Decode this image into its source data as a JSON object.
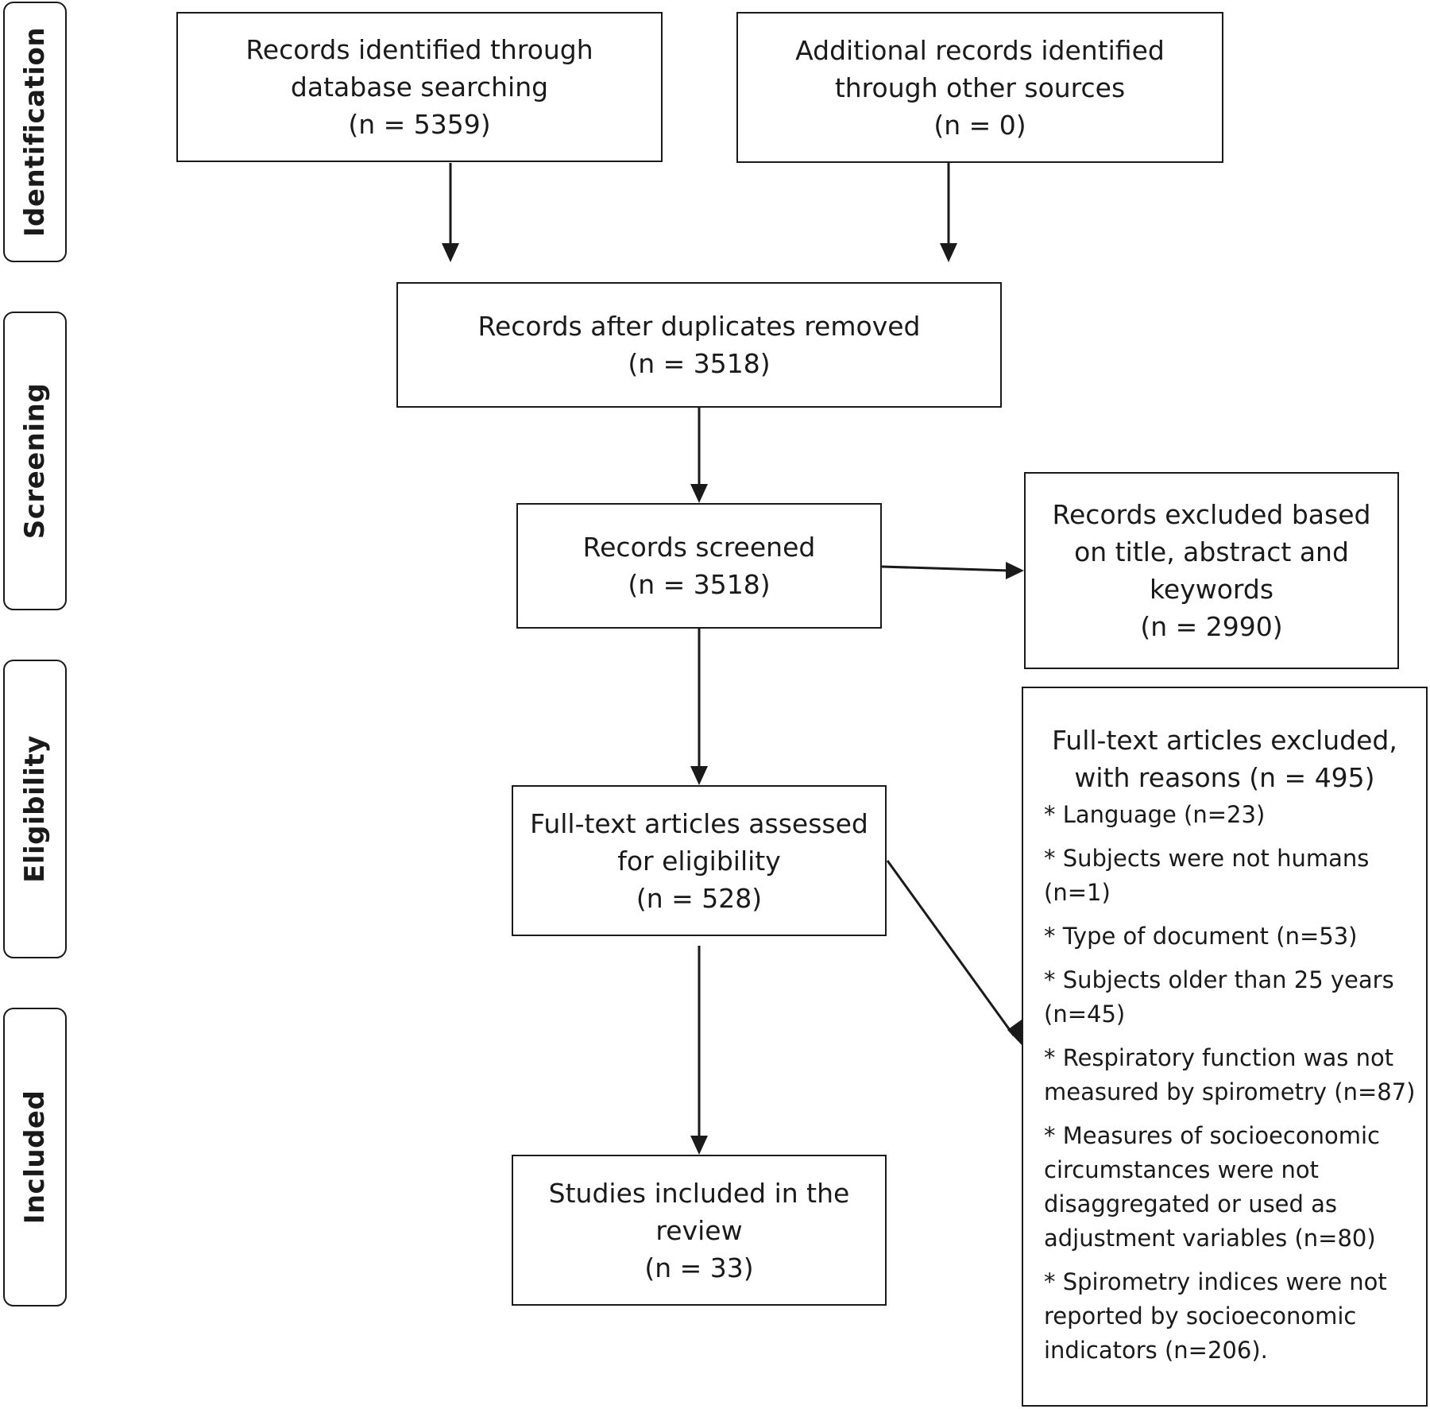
{
  "phases": {
    "identification": "Identification",
    "screening": "Screening",
    "eligibility": "Eligibility",
    "included": "Included"
  },
  "boxes": {
    "database": {
      "line1": "Records identified through",
      "line2": "database searching",
      "count": "(n = 5359)"
    },
    "other_sources": {
      "line1": "Additional records identified",
      "line2": "through other sources",
      "count": "(n = 0)"
    },
    "after_duplicates": {
      "line1": "Records after duplicates removed",
      "count": "(n = 3518)"
    },
    "screened": {
      "line1": "Records screened",
      "count": "(n = 3518)"
    },
    "excluded_title": {
      "line1": "Records excluded based",
      "line2": "on title, abstract and",
      "line3": "keywords",
      "count": "(n = 2990)"
    },
    "fulltext_assessed": {
      "line1": "Full-text articles assessed",
      "line2": "for eligibility",
      "count": "(n = 528)"
    },
    "included": {
      "line1": "Studies included in the",
      "line2": "review",
      "count": "(n = 33)"
    }
  },
  "fulltext_excluded": {
    "title_line1": "Full-text articles excluded,",
    "title_line2": "with reasons (n = 495)",
    "reasons": [
      "* Language (n=23)",
      "* Subjects were not humans\n(n=1)",
      "* Type of document (n=53)",
      "* Subjects older than 25 years\n(n=45)",
      "* Respiratory function was not\nmeasured by spirometry (n=87)",
      "* Measures of socioeconomic\ncircumstances were not\ndisaggregated or used as\nadjustment variables (n=80)",
      "* Spirometry indices were not\nreported by socioeconomic\nindicators (n=206)."
    ]
  }
}
